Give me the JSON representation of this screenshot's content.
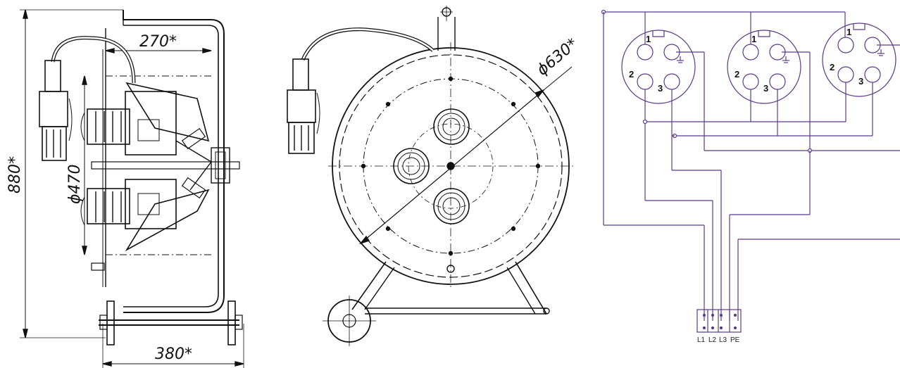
{
  "dimensions": {
    "height": "880*",
    "width_top": "270*",
    "width_bottom": "380*",
    "inner_diameter": "ϕ470",
    "drum_diameter": "ϕ630*"
  },
  "socket_pins": {
    "p1": "1",
    "p2": "2",
    "p3": "3"
  },
  "terminals": [
    "L1",
    "L2",
    "L3",
    "PE"
  ],
  "colors": {
    "drawing": "#111111",
    "wiring": "#5b3a8c"
  }
}
